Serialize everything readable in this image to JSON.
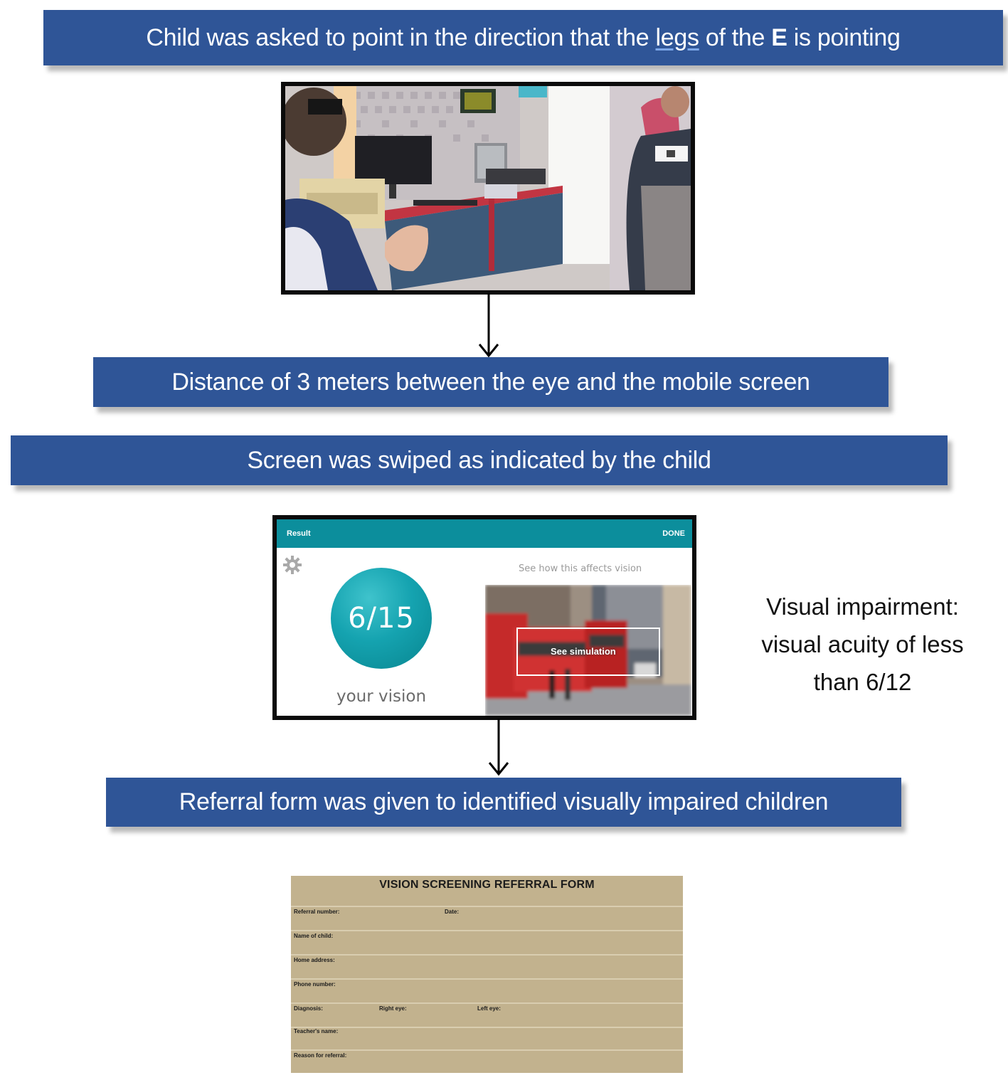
{
  "steps": {
    "step1_prefix": "Child was asked to point in the direction that the ",
    "step1_legs": "legs",
    "step1_mid": " of the ",
    "step1_e": "E",
    "step1_suffix": " is pointing",
    "step2": "Distance of 3 meters between the eye and the mobile screen",
    "step3": "Screen was swiped as indicated by the child",
    "step4": "Referral form was given to identified visually impaired children"
  },
  "result_screen": {
    "app_title": "Result",
    "done_label": "DONE",
    "acuity": "6/15",
    "acuity_caption": "your vision",
    "simulation_prompt": "See how this affects vision",
    "simulation_button": "See simulation"
  },
  "note": {
    "line1": "Visual impairment:",
    "line2": "visual acuity of less",
    "line3": "than 6/12"
  },
  "referral_form": {
    "title": "VISION SCREENING REFERRAL FORM",
    "referral_number": "Referral number:",
    "date": "Date:",
    "name_of_child": "Name of child:",
    "home_address": "Home address:",
    "phone_number": "Phone number:",
    "diagnosis": "Diagnosis:",
    "right_eye": "Right eye:",
    "left_eye": "Left eye:",
    "teachers_name": "Teacher's name:",
    "reason": "Reason for referral:"
  },
  "colors": {
    "banner": "#2f5597",
    "app_bar": "#0c8e9c",
    "form_bg": "#c2b28e"
  }
}
